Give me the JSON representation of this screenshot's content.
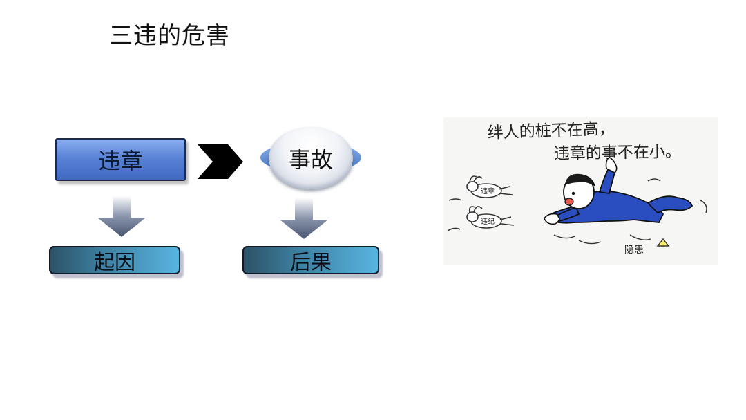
{
  "slide": {
    "title": "三违的危害"
  },
  "diagram": {
    "violation_label": "违章",
    "accident_label": "事故",
    "cause_label": "起因",
    "consequence_label": "后果"
  },
  "cartoon": {
    "caption_line1": "绊人的桩不在高，",
    "caption_line2": "违章的事不在小。",
    "rabbit1_label": "违章",
    "rabbit2_label": "违纪",
    "hazard_label": "隐患"
  },
  "colors": {
    "violation_box": "#5a83d6",
    "accident_ring": "#3f6fbe",
    "result_box_dark": "#2c5266",
    "result_box_light": "#58b4e0",
    "figure_blue": "#2a4ec0"
  }
}
